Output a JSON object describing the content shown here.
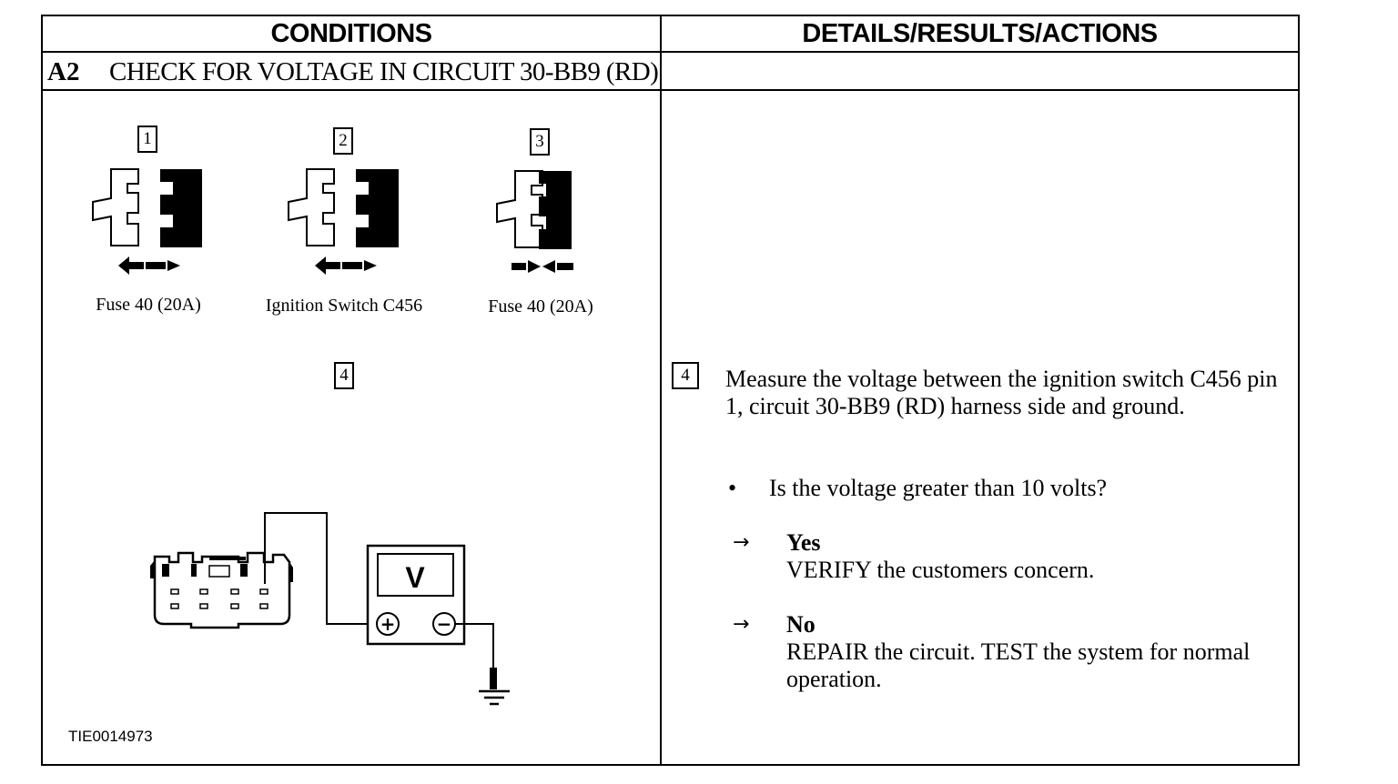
{
  "headers": {
    "conditions": "CONDITIONS",
    "details": "DETAILS/RESULTS/ACTIONS"
  },
  "step": {
    "id": "A2",
    "title": "CHECK FOR VOLTAGE IN CIRCUIT 30-BB9 (RD)"
  },
  "figure": {
    "steps": [
      {
        "num": "1",
        "caption": "Fuse 40 (20A)",
        "action": "disconnect"
      },
      {
        "num": "2",
        "caption": "Ignition Switch C456",
        "action": "disconnect"
      },
      {
        "num": "3",
        "caption": "Fuse 40 (20A)",
        "action": "connect"
      }
    ],
    "step4_num": "4",
    "meter_label": "V",
    "plus": "+",
    "minus": "−",
    "code": "TIE0014973"
  },
  "details": {
    "step_num": "4",
    "instruction": "Measure the voltage between the ignition switch C456 pin 1, circuit 30-BB9 (RD) harness side and ground.",
    "bullet": "•",
    "question": "Is the voltage greater than 10 volts?",
    "arrow": "→",
    "yes_label": "Yes",
    "yes_action": "VERIFY the customers concern.",
    "no_label": "No",
    "no_action": "REPAIR the circuit. TEST the system for normal operation."
  }
}
